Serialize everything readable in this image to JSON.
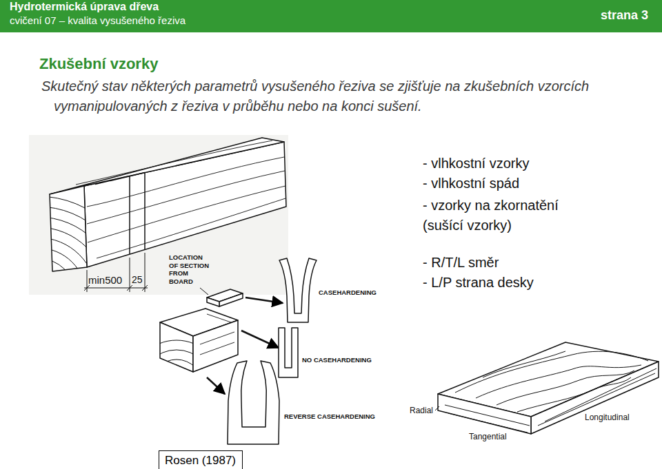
{
  "diagram": {
    "title": "Zkušební vzorky",
    "nodes": [
      {
        "text": [
          "Hydrotermická úprava dřeva",
          "cvičení 07 – kvalita vysušeného řeziva",
          "strana 3"
        ]
      },
      {
        "text": [
          "Rosen (1987)"
        ]
      }
    ],
    "labels": [
      "Skutečný stav některých parametrů vysušeného řeziva se zjišťuje na zkušebních vzorcích vymanipulovaných z řeziva v průběhu nebo na konci sušení.",
      "- vlhkostní vzorky",
      "- vlhkostní spád",
      "- vzorky na zkornatění (sušící vzorky)",
      "- R/T/L směr",
      "- L/P strana desky",
      "min500",
      "25",
      "LOCATION OF SECTION FROM BOARD",
      "CASEHARDENING",
      "NO CASEHARDENING",
      "REVERSE CASEHARDENING",
      "Radial",
      "Tangential",
      "Longitudinal"
    ]
  }
}
